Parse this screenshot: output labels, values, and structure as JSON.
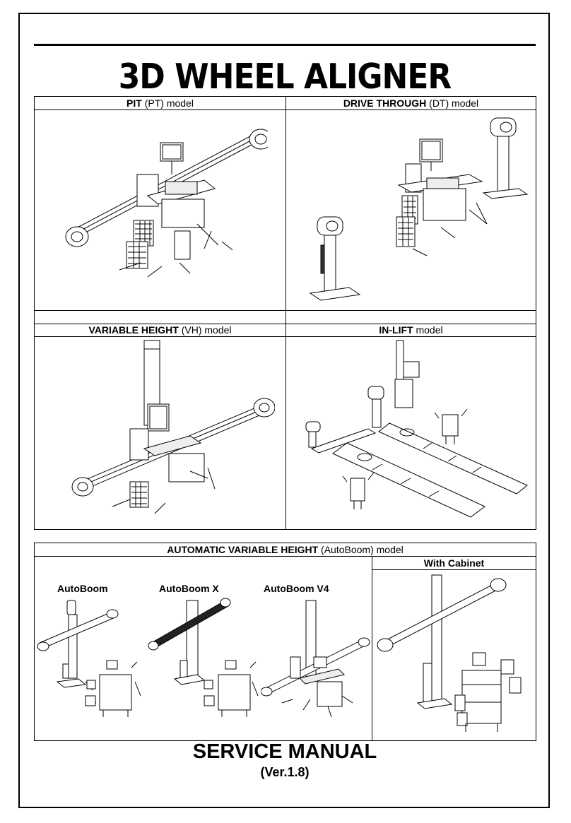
{
  "document": {
    "title": "3D WHEEL ALIGNER",
    "footer_title": "SERVICE MANUAL",
    "footer_version": "(Ver.1.8)"
  },
  "models": {
    "pit": {
      "bold": "PIT",
      "rest": " (PT) model"
    },
    "drive_through": {
      "bold": "DRIVE THROUGH",
      "rest": " (DT) model"
    },
    "variable_height": {
      "bold": "VARIABLE HEIGHT",
      "rest": " (VH) model"
    },
    "in_lift": {
      "bold": "IN-LIFT",
      "rest": " model"
    },
    "auto_vh": {
      "bold": "AUTOMATIC VARIABLE HEIGHT",
      "rest": " (AutoBoom) model"
    },
    "with_cabinet": "With Cabinet",
    "autoboom": "AutoBoom",
    "autoboom_x": "AutoBoom X",
    "autoboom_v4": "AutoBoom V4"
  }
}
